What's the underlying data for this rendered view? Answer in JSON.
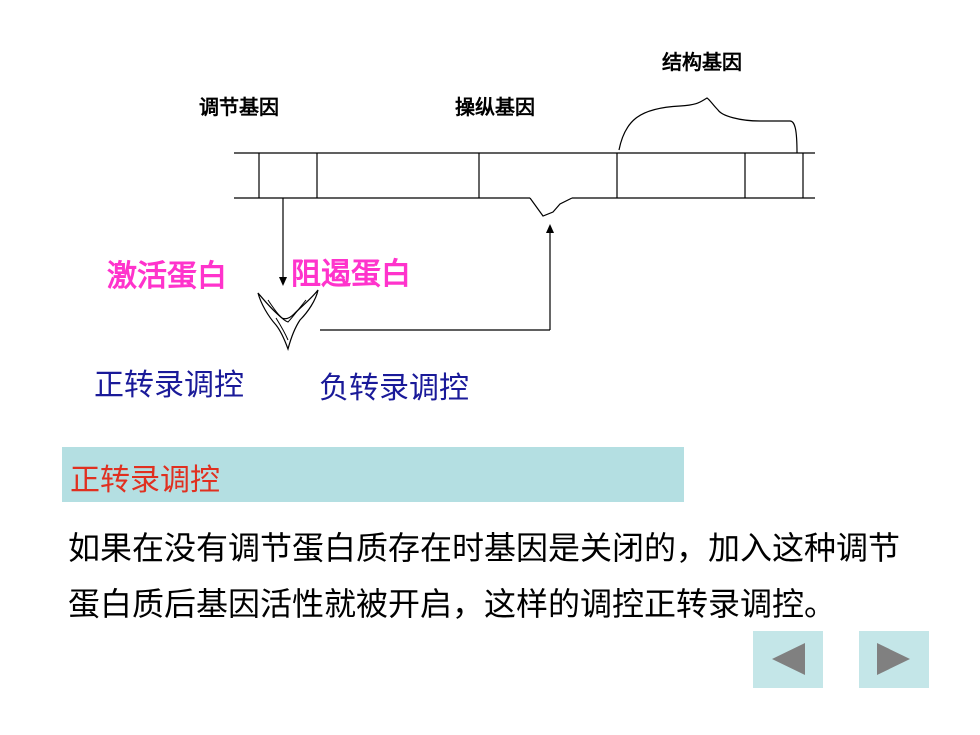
{
  "diagram": {
    "labels": {
      "regulatory_gene": "调节基因",
      "operator_gene": "操纵基因",
      "structural_gene": "结构基因",
      "activator_protein": "激活蛋白",
      "repressor_protein": "阻遏蛋白",
      "positive_regulation": "正转录调控",
      "negative_regulation": "负转录调控"
    }
  },
  "section": {
    "heading": "正转录调控",
    "body": "如果在没有调节蛋白质存在时基因是关闭的，加入这种调节蛋白质后基因活性就被开启，这样的调控正转录调控。"
  },
  "nav": {
    "prev_icon": "triangle-left-icon",
    "next_icon": "triangle-right-icon",
    "button_color": "#c4e6e8",
    "icon_color": "#808080"
  },
  "colors": {
    "pink_label": "#ff33cc",
    "blue_label": "#1a1a99",
    "heading_bg": "#b4dfe2",
    "heading_text": "#e03020"
  }
}
